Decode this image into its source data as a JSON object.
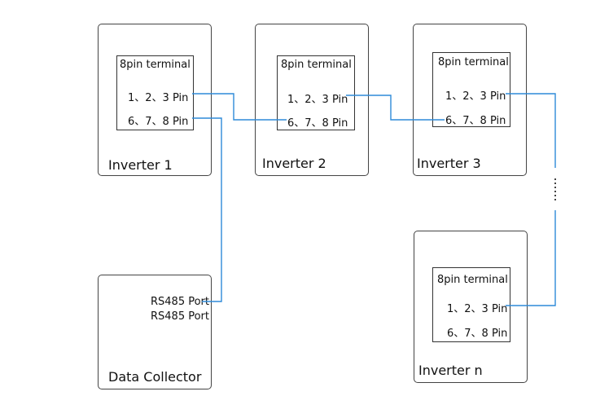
{
  "terminal_label": "8pin terminal",
  "pin_a": "1、2、3 Pin",
  "pin_b": "6、7、8 Pin",
  "inverters": [
    {
      "title": "Inverter 1"
    },
    {
      "title": "Inverter 2"
    },
    {
      "title": "Inverter 3"
    },
    {
      "title": "Inverter n"
    }
  ],
  "collector": {
    "title": "Data Collector",
    "port1": "RS485 Port",
    "port2": "RS485 Port"
  },
  "colors": {
    "wire": "#2e8ad8",
    "border": "#444444"
  }
}
